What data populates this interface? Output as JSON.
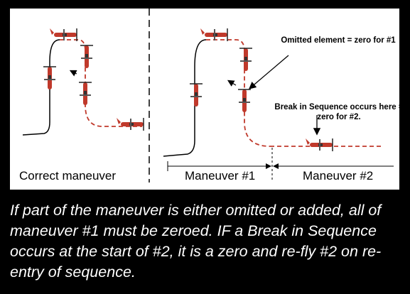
{
  "labels": {
    "correct": "Correct maneuver",
    "maneuver1": "Maneuver #1",
    "maneuver2": "Maneuver #2"
  },
  "notes": {
    "omitted": "Omitted element = zero for #1",
    "break": "Break in Sequence occurs here = zero for #2."
  },
  "caption": "If part of the maneuver is either omitted or added, all of maneuver #1 must be zeroed.  IF a Break in Sequence occurs at the start of #2, it is a zero and re-fly #2 on re-entry of sequence.",
  "colors": {
    "background": "#000000",
    "panel": "#ffffff",
    "path": "#c0392b",
    "plane": "#c0392b",
    "text": "#000000",
    "caption": "#ffffff"
  }
}
